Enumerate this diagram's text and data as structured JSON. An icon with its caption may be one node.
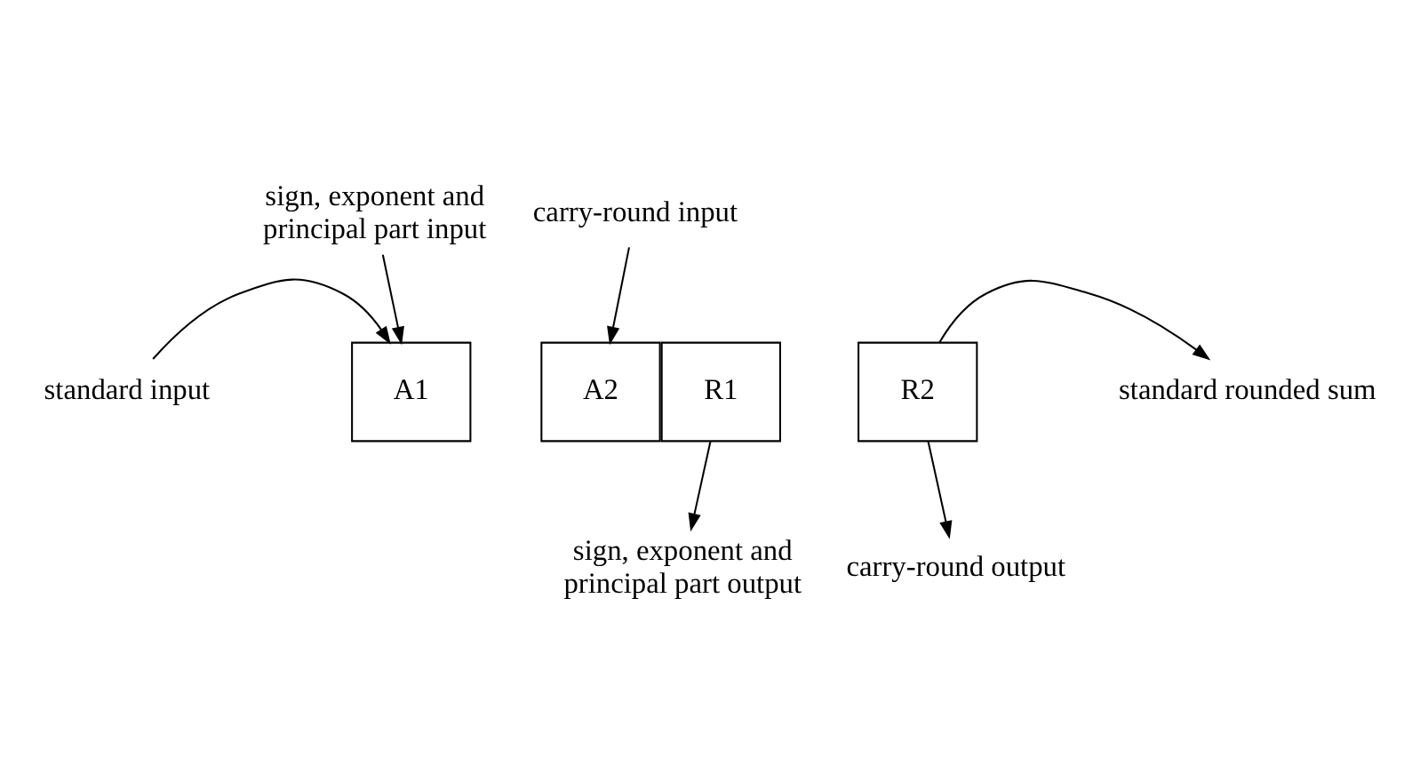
{
  "diagram": {
    "nodes": [
      {
        "text": [
          "sign, exponent and principal part input"
        ]
      },
      {
        "text": [
          "carry-round input"
        ]
      },
      {
        "text": [
          "standard input"
        ]
      },
      {
        "text": [
          "A1"
        ]
      },
      {
        "text": [
          "A2"
        ]
      },
      {
        "text": [
          "R1"
        ]
      },
      {
        "text": [
          "R2"
        ]
      },
      {
        "text": [
          "standard rounded sum"
        ]
      },
      {
        "text": [
          "sign, exponent and principal part output"
        ]
      },
      {
        "text": [
          "carry-round output"
        ]
      }
    ],
    "edges": [
      {
        "from": 0,
        "to": 3,
        "arrow": "to"
      },
      {
        "from": 1,
        "to": 4,
        "arrow": "to"
      },
      {
        "from": 2,
        "to": 3,
        "arrow": "to"
      },
      {
        "from": 6,
        "to": 7,
        "arrow": "to"
      },
      {
        "from": 5,
        "to": 8,
        "arrow": "to"
      },
      {
        "from": 6,
        "to": 9,
        "arrow": "to"
      }
    ]
  }
}
